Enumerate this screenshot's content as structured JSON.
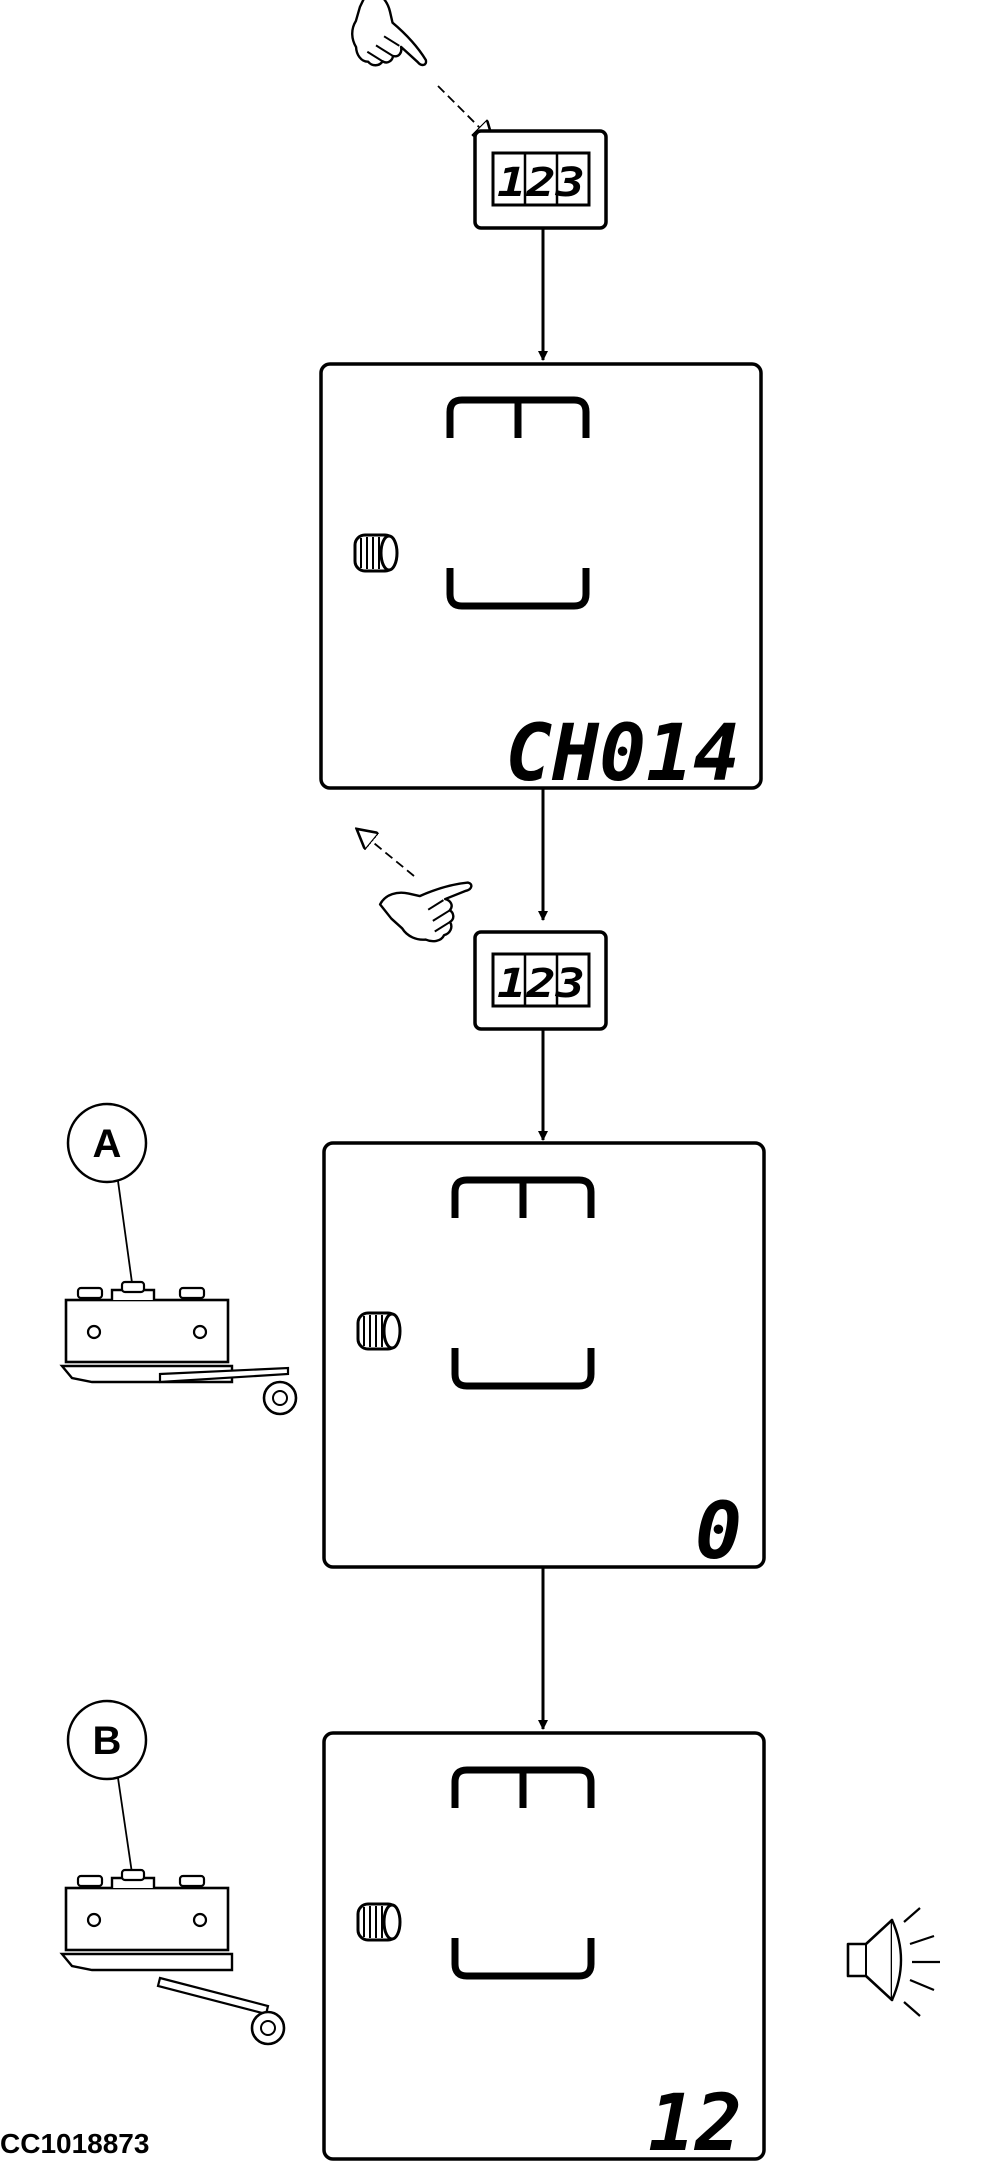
{
  "keypad_label": "123",
  "screens": [
    {
      "readout": "CH014"
    },
    {
      "readout": "0"
    },
    {
      "readout": "12"
    }
  ],
  "callouts": [
    "A",
    "B"
  ],
  "figure_code": "CC1018873"
}
